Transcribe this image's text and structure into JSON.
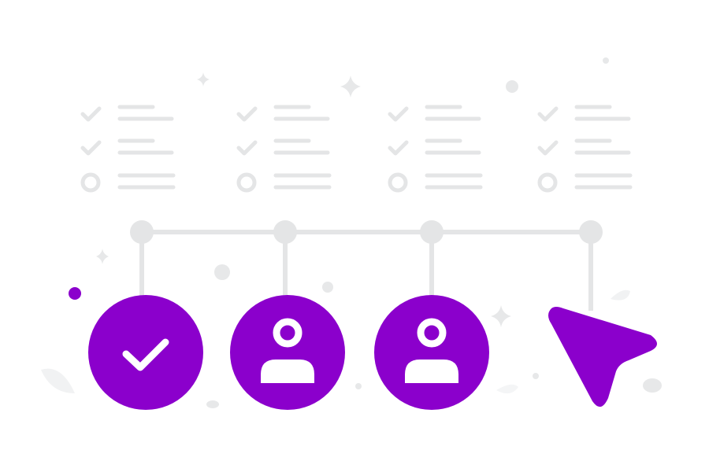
{
  "colors": {
    "accent": "#8B00CC",
    "line": "#E4E5E6",
    "decor": "#E7E8E9",
    "icon_fill": "#FFFFFF"
  },
  "illustration": {
    "checklists": [
      {
        "items": [
          "checked",
          "checked",
          "unchecked"
        ]
      },
      {
        "items": [
          "checked",
          "checked",
          "unchecked"
        ]
      },
      {
        "items": [
          "checked",
          "checked",
          "unchecked"
        ]
      },
      {
        "items": [
          "checked",
          "checked",
          "unchecked"
        ]
      }
    ],
    "steps": [
      {
        "icon": "check-icon",
        "state": "completed"
      },
      {
        "icon": "user-icon",
        "state": "completed"
      },
      {
        "icon": "user-icon",
        "state": "completed"
      },
      {
        "icon": "cursor-arrow-icon",
        "state": "pending"
      }
    ]
  }
}
